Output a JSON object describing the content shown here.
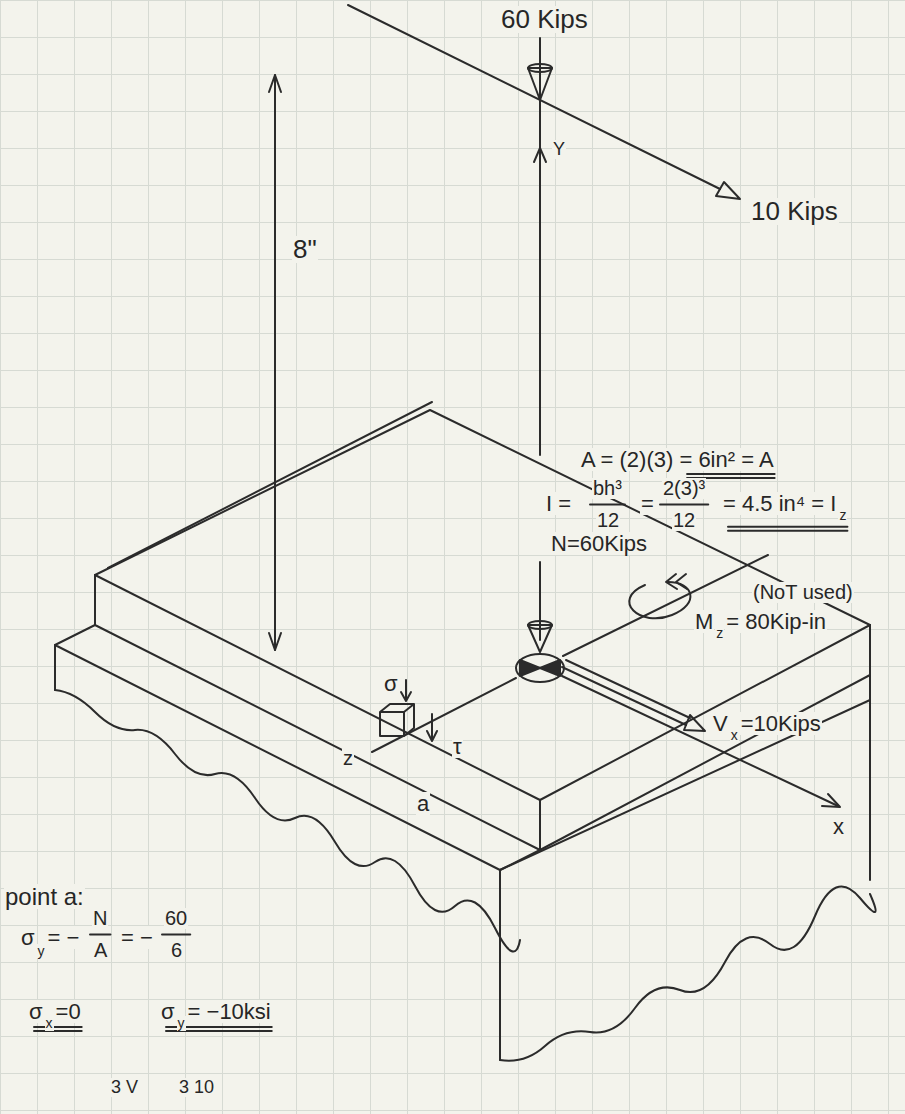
{
  "diagram": {
    "labels": [
      "60 Kips",
      "Y",
      "10 Kips",
      "8\"",
      "A = (2)(3) = 6in² = A",
      "I =",
      "bh³",
      "12",
      "=",
      "2(3)³",
      "12",
      "= 4.5 in⁴ = I",
      "z",
      "N=60Kips",
      "(NoT used)",
      "M",
      "z",
      "= 80Kip-in",
      "σ",
      "τ",
      "z",
      "a",
      "V",
      "x",
      "=10Kips",
      "x",
      "point a:",
      "σ",
      "y",
      "= −",
      "N",
      "A",
      "= −",
      "60",
      "6",
      "σ",
      "x",
      "=0",
      "σ",
      "y",
      "= −10ksi",
      "3 V",
      "3 10"
    ]
  }
}
